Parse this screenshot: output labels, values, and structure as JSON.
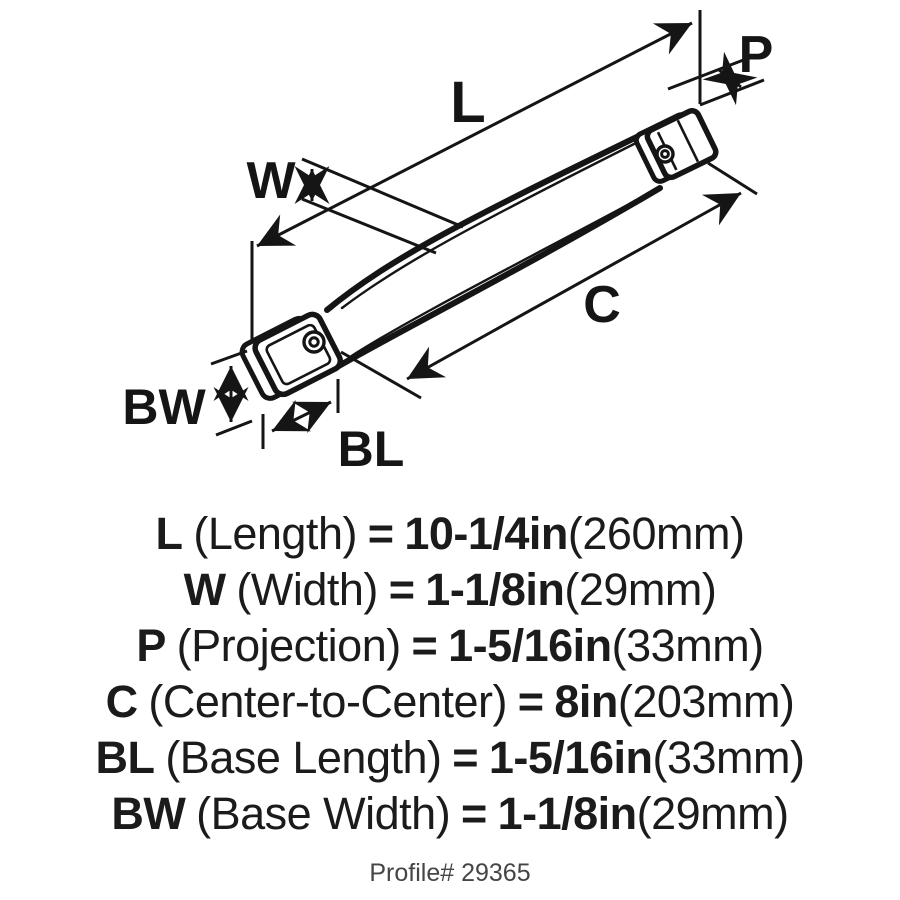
{
  "diagram": {
    "labels": {
      "length": "L",
      "width": "W",
      "projection": "P",
      "center_to_center": "C",
      "base_width": "BW",
      "base_length": "BL"
    }
  },
  "specs": {
    "rows": [
      {
        "abbr": "L",
        "name": "(Length)",
        "eq": "=",
        "value_in": "10-1/4in",
        "value_mm": "(260mm)"
      },
      {
        "abbr": "W",
        "name": "(Width)",
        "eq": "=",
        "value_in": "1-1/8in",
        "value_mm": "(29mm)"
      },
      {
        "abbr": "P",
        "name": "(Projection)",
        "eq": "=",
        "value_in": "1-5/16in",
        "value_mm": "(33mm)"
      },
      {
        "abbr": "C",
        "name": "(Center-to-Center)",
        "eq": "=",
        "value_in": "8in",
        "value_mm": "(203mm)"
      },
      {
        "abbr": "BL",
        "name": "(Base Length)",
        "eq": "=",
        "value_in": "1-5/16in",
        "value_mm": "(33mm)"
      },
      {
        "abbr": "BW",
        "name": "(Base Width)",
        "eq": "=",
        "value_in": "1-1/8in",
        "value_mm": "(29mm)"
      }
    ],
    "profile": "Profile# 29365"
  },
  "colors": {
    "ink": "#151515",
    "muted_text": "#454545",
    "background": "#ffffff"
  }
}
